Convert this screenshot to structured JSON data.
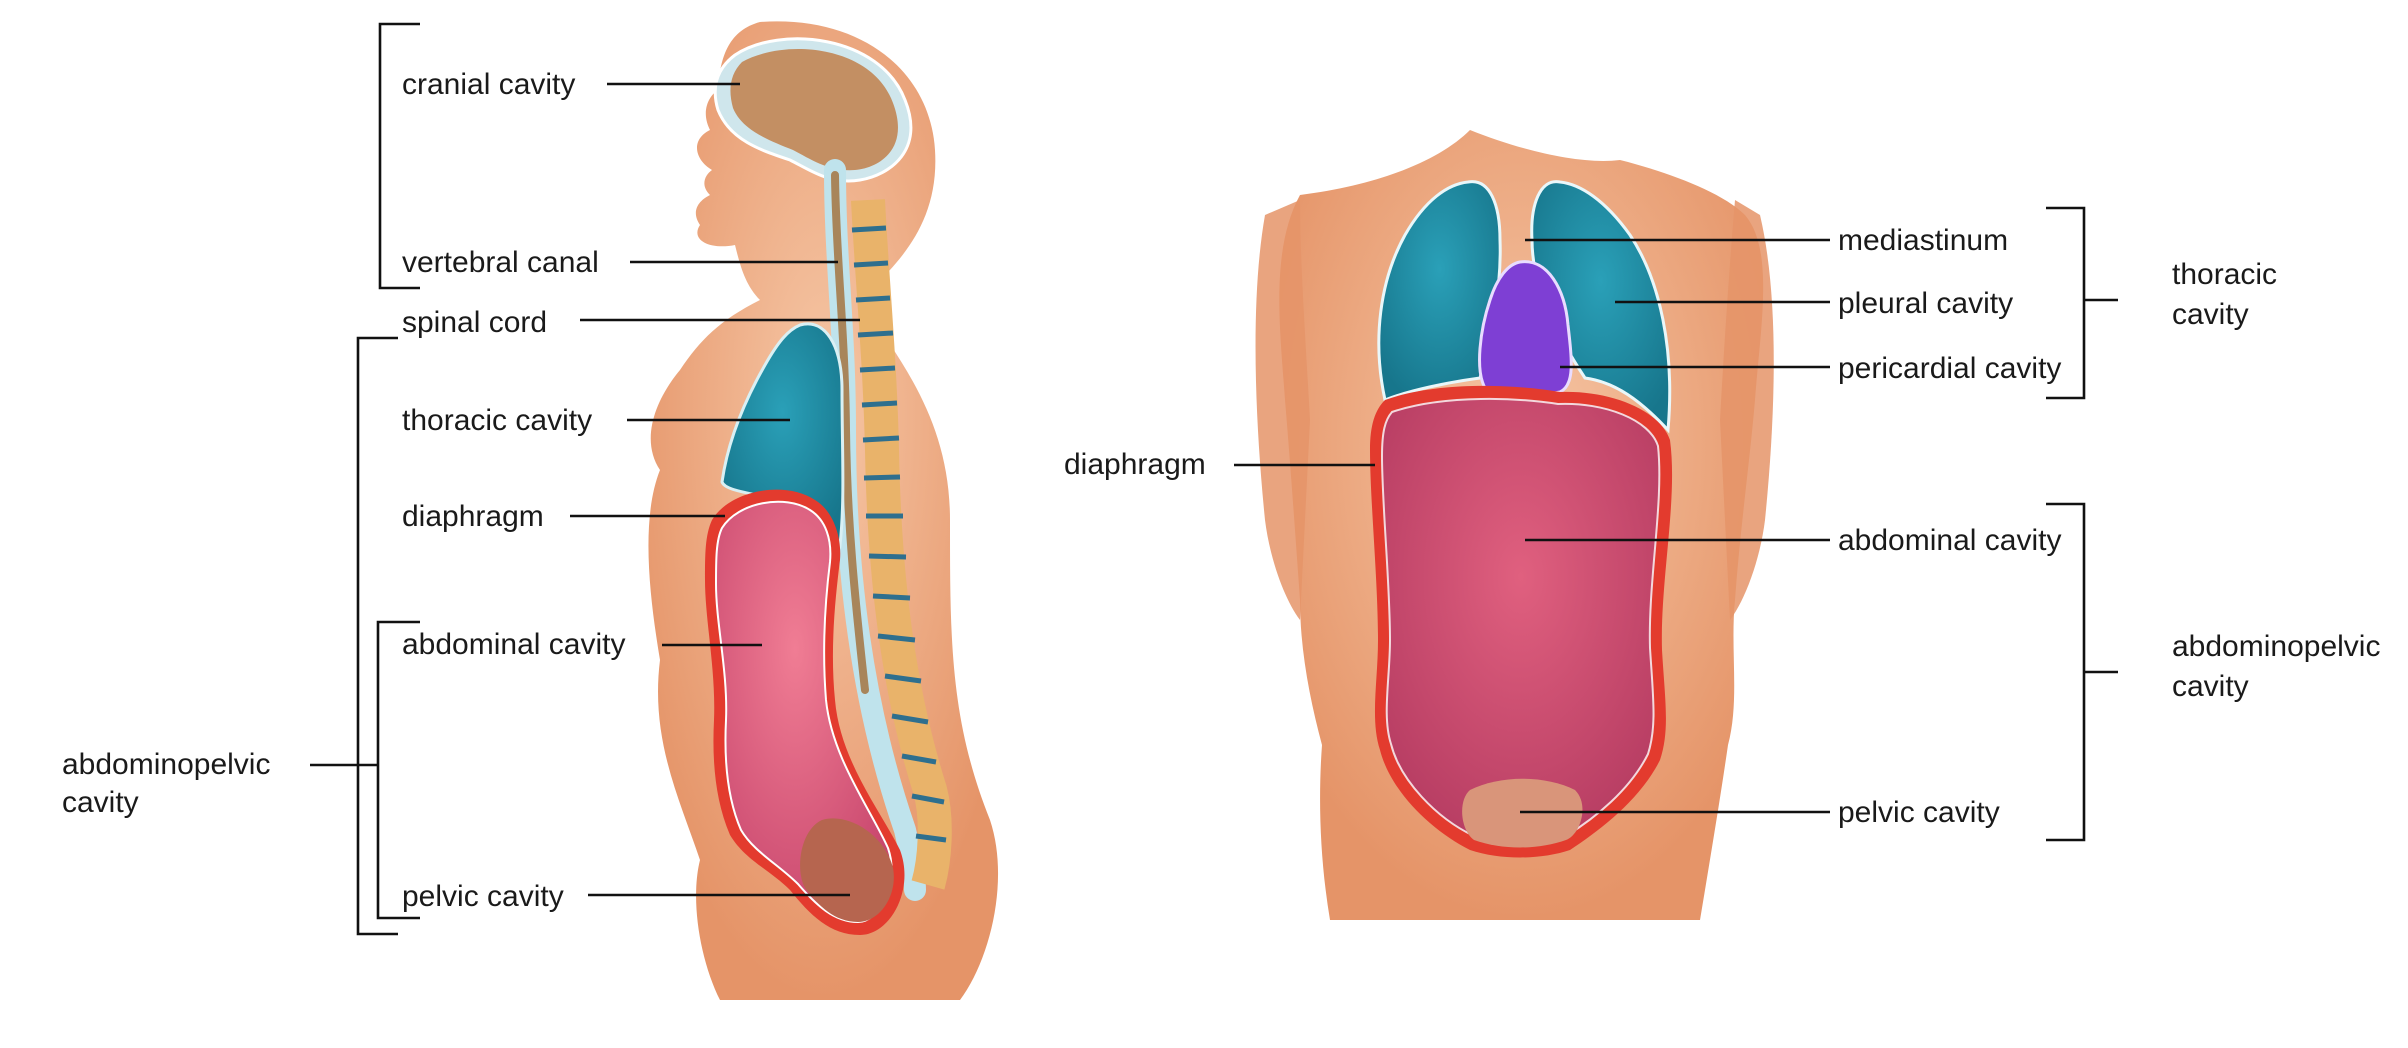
{
  "side_view": {
    "labels": {
      "cranial_cavity": "cranial cavity",
      "vertebral_canal": "vertebral canal",
      "spinal_cord": "spinal cord",
      "thoracic_cavity": "thoracic cavity",
      "diaphragm": "diaphragm",
      "abdominal_cavity": "abdominal cavity",
      "pelvic_cavity": "pelvic cavity",
      "abdominopelvic_line1": "abdominopelvic",
      "abdominopelvic_line2": "cavity"
    }
  },
  "front_view": {
    "labels": {
      "mediastinum": "mediastinum",
      "pleural_cavity": "pleural cavity",
      "pericardial_cavity": "pericardial cavity",
      "thoracic_line1": "thoracic",
      "thoracic_line2": "cavity",
      "diaphragm": "diaphragm",
      "abdominal_cavity": "abdominal cavity",
      "abdominopelvic_line1": "abdominopelvic",
      "abdominopelvic_line2": "cavity",
      "pelvic_cavity": "pelvic cavity"
    }
  },
  "colors": {
    "skin": "#e59468",
    "skin_light": "#f6c7a6",
    "brain": "#c38f63",
    "cord_canal": "#bfe3ec",
    "vertebra": "#e9b36a",
    "disc": "#2e6f8e",
    "lung": "#1f8fa6",
    "heart": "#7e3fd4",
    "abdomen": "#c8466d",
    "abdomen_side": "#e8627e",
    "diaphragm": "#e33b2e",
    "pelvis": "#b6654f"
  }
}
